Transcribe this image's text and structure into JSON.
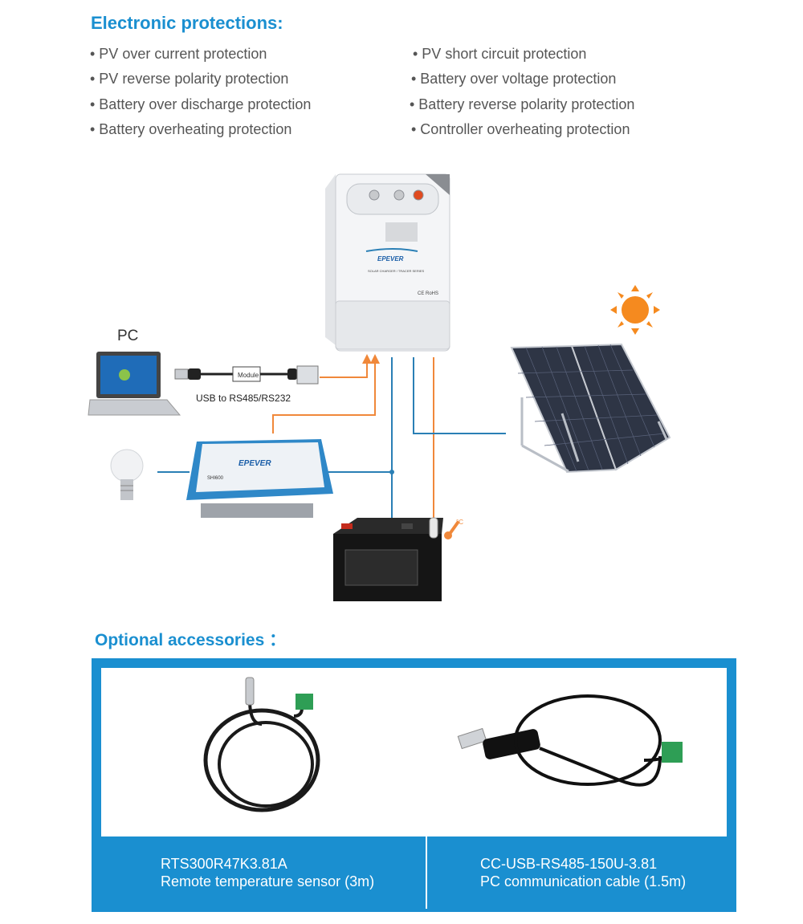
{
  "electronic_protections": {
    "title": "Electronic protections:",
    "left": [
      "• PV over current protection",
      "• PV reverse polarity protection",
      "• Battery over discharge protection",
      "• Battery overheating protection"
    ],
    "right": [
      "• PV short circuit protection",
      "• Battery over voltage protection",
      "• Battery reverse polarity protection",
      "• Controller overheating protection"
    ]
  },
  "diagram": {
    "pc_label": "PC",
    "module_label": "Module",
    "usb_label": "USB to RS485/RS232",
    "controller_brand": "EPEVER",
    "controller_series": "SOLAR CHARGER / TRACER SERIES",
    "controller_cert": "CE RoHS",
    "inverter_brand": "EPEVER",
    "inverter_model": "SHI600",
    "temp_symbol": "°C"
  },
  "optional_accessories": {
    "title": "Optional accessories ：",
    "items": [
      {
        "model": "RTS300R47K3.81A",
        "desc": "Remote temperature sensor (3m)"
      },
      {
        "model": "CC-USB-RS485-150U-3.81",
        "desc": "PC communication cable (1.5m)"
      }
    ]
  },
  "colors": {
    "accent_blue": "#1a8fd0",
    "wire_orange": "#f0883a",
    "wire_blue": "#2a7fb5",
    "sun_orange": "#f58a1f"
  }
}
